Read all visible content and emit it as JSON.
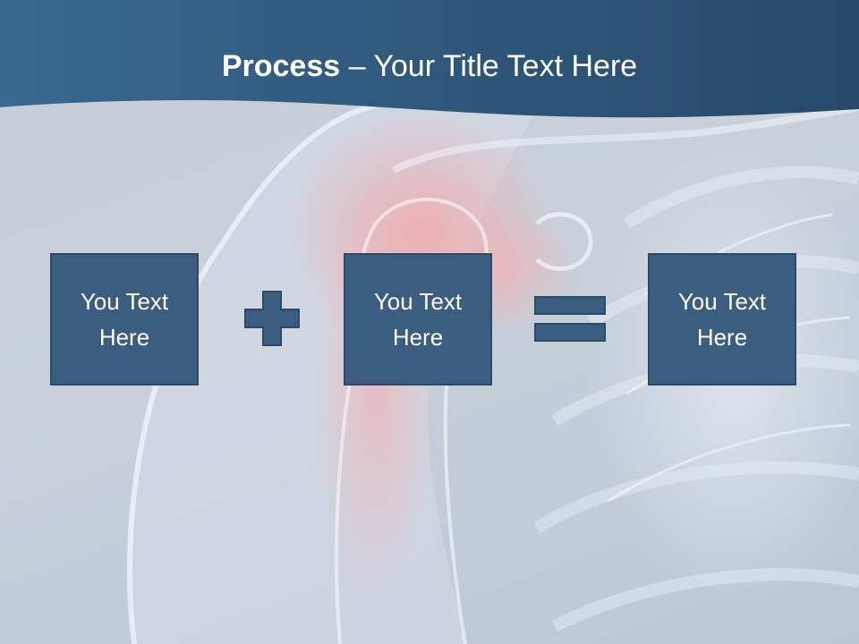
{
  "slide": {
    "title_bold": "Process",
    "title_rest": " – Your Title Text Here"
  },
  "process": {
    "boxes": [
      {
        "text": "You Text Here"
      },
      {
        "text": "You Text Here"
      },
      {
        "text": "You Text Here"
      }
    ],
    "operators": [
      "plus-icon",
      "equals-icon"
    ]
  },
  "colors": {
    "header": "#2e5577",
    "box_fill": "#3a5d80",
    "box_border": "#2b4a69",
    "operator_fill": "#3a5d80",
    "operator_border": "#2b4a69",
    "accent_glow": "#f2a3a3"
  }
}
